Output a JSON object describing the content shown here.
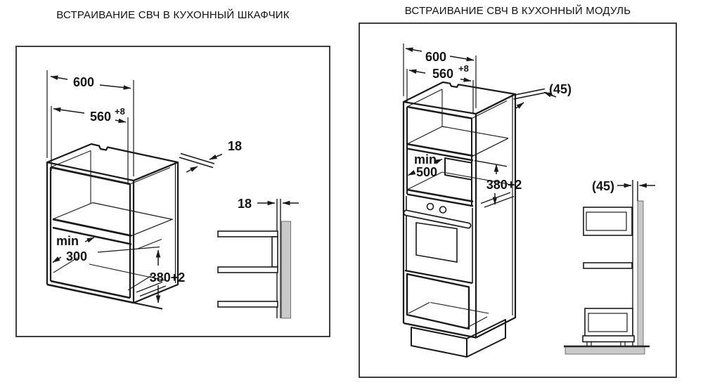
{
  "colors": {
    "line": "#1a1a1a",
    "wall_fill": "#c9c9c9",
    "frame_border": "#3f3f3f",
    "background": "#ffffff"
  },
  "left_panel": {
    "title": "ВСТРАИВАНИЕ СВЧ В КУХОННЫЙ ШКАФЧИК",
    "dims": {
      "outer_width": "600",
      "inner_width": "560",
      "inner_width_sup": "+8",
      "top_panel_thickness": "18",
      "side_panel_thickness": "18",
      "min_label": "min",
      "min_depth": "300",
      "niche_height": "380+2"
    }
  },
  "right_panel": {
    "title": "ВСТРАИВАНИЕ СВЧ В КУХОННЫЙ МОДУЛЬ",
    "dims": {
      "outer_width": "600",
      "inner_width": "560",
      "inner_width_sup": "+8",
      "top_gap": "(45)",
      "side_gap": "(45)",
      "min_label": "min",
      "min_depth": "500",
      "niche_height": "380+2"
    }
  }
}
